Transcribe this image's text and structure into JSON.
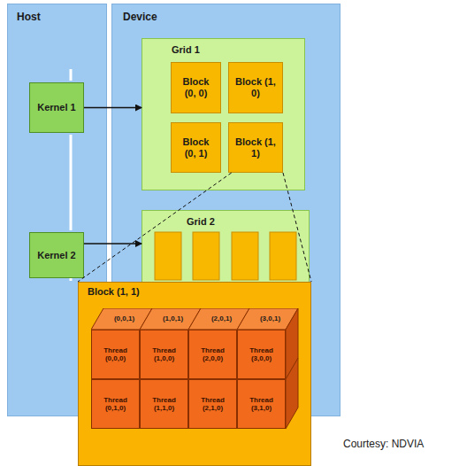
{
  "diagram": {
    "nodes": [
      {
        "text": [
          "Host"
        ]
      },
      {
        "text": [
          "Kernel 1"
        ],
        "in": 0
      },
      {
        "text": [
          "Kernel 2"
        ],
        "in": 0
      },
      {
        "text": [
          "Device"
        ]
      },
      {
        "text": [
          "Grid 1"
        ],
        "in": 3
      },
      {
        "text": [
          "Block (0, 0)"
        ],
        "in": 4
      },
      {
        "text": [
          "Block (1, 0)"
        ],
        "in": 4
      },
      {
        "text": [
          "Block (0, 1)"
        ],
        "in": 4
      },
      {
        "text": [
          "Block (1, 1)"
        ],
        "in": 4
      },
      {
        "text": [
          "Grid 2"
        ],
        "in": 3
      },
      {
        "text": [
          "Block (1, 1)"
        ]
      },
      {
        "text": [
          "(0,0,1)"
        ],
        "in": 10
      },
      {
        "text": [
          "(1,0,1)"
        ],
        "in": 10
      },
      {
        "text": [
          "(2,0,1)"
        ],
        "in": 10
      },
      {
        "text": [
          "(3,0,1)"
        ],
        "in": 10
      },
      {
        "text": [
          "Thread (0,0,0)"
        ],
        "in": 10
      },
      {
        "text": [
          "Thread (1,0,0)"
        ],
        "in": 10
      },
      {
        "text": [
          "Thread (2,0,0)"
        ],
        "in": 10
      },
      {
        "text": [
          "Thread (3,0,0)"
        ],
        "in": 10
      },
      {
        "text": [
          "Thread (0,1,0)"
        ],
        "in": 10
      },
      {
        "text": [
          "Thread (1,1,0)"
        ],
        "in": 10
      },
      {
        "text": [
          "Thread (2,1,0)"
        ],
        "in": 10
      },
      {
        "text": [
          "Thread (3,1,0)"
        ],
        "in": 10
      }
    ],
    "edges": [
      {
        "from": 1,
        "to": 4,
        "arrow": "to"
      },
      {
        "from": 2,
        "to": 9,
        "arrow": "to"
      },
      {
        "from": 8,
        "to": 10,
        "arrow": "none"
      },
      {
        "from": 8,
        "to": 10,
        "arrow": "none"
      }
    ],
    "labels": [
      "Courtesy: NDVIA"
    ]
  }
}
